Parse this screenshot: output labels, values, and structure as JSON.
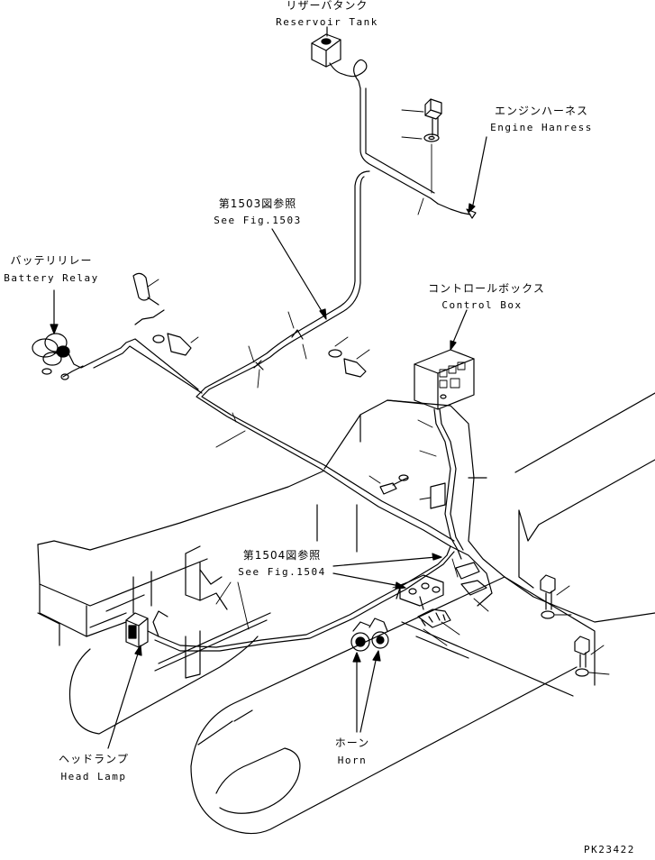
{
  "labels": {
    "reservoir_tank_jp": "リザーバタンク",
    "reservoir_tank_en": "Reservoir Tank",
    "engine_harness_jp": "エンジンハーネス",
    "engine_harness_en": "Engine Hanress",
    "see_fig_1503_jp": "第1503図参照",
    "see_fig_1503_en": "See Fig.1503",
    "battery_relay_jp": "バッテリリレー",
    "battery_relay_en": "Battery Relay",
    "control_box_jp": "コントロールボックス",
    "control_box_en": "Control Box",
    "see_fig_1504_jp": "第1504図参照",
    "see_fig_1504_en": "See Fig.1504",
    "head_lamp_jp": "ヘッドランプ",
    "head_lamp_en": "Head Lamp",
    "horn_jp": "ホーン",
    "horn_en": "Horn",
    "drawing_number": "PK23422"
  }
}
